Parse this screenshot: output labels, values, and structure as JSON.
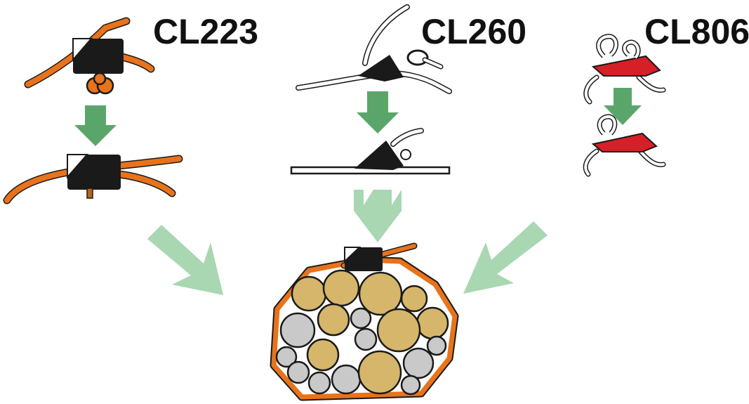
{
  "labels": {
    "cl223": "CL223",
    "cl260": "CL260",
    "cl806": "CL806"
  },
  "colors": {
    "rope_orange": "#e8731b",
    "cleat_black": "#1a1a1a",
    "cleat_red": "#d61f26",
    "arrow_dark_green": "#5aa66a",
    "arrow_light_green": "#a8d7b2",
    "log_tan": "#d6b66a",
    "log_grey": "#c9c9c9"
  },
  "icons": [
    "cl223-cleat-with-knot-icon",
    "cl223-cleat-rope-through-icon",
    "cl260-cleat-with-knot-icon",
    "cl260-cleat-flat-icon",
    "cl806-red-cleat-icon",
    "cl806-red-cleat-knot-icon",
    "log-bundle-icon"
  ]
}
